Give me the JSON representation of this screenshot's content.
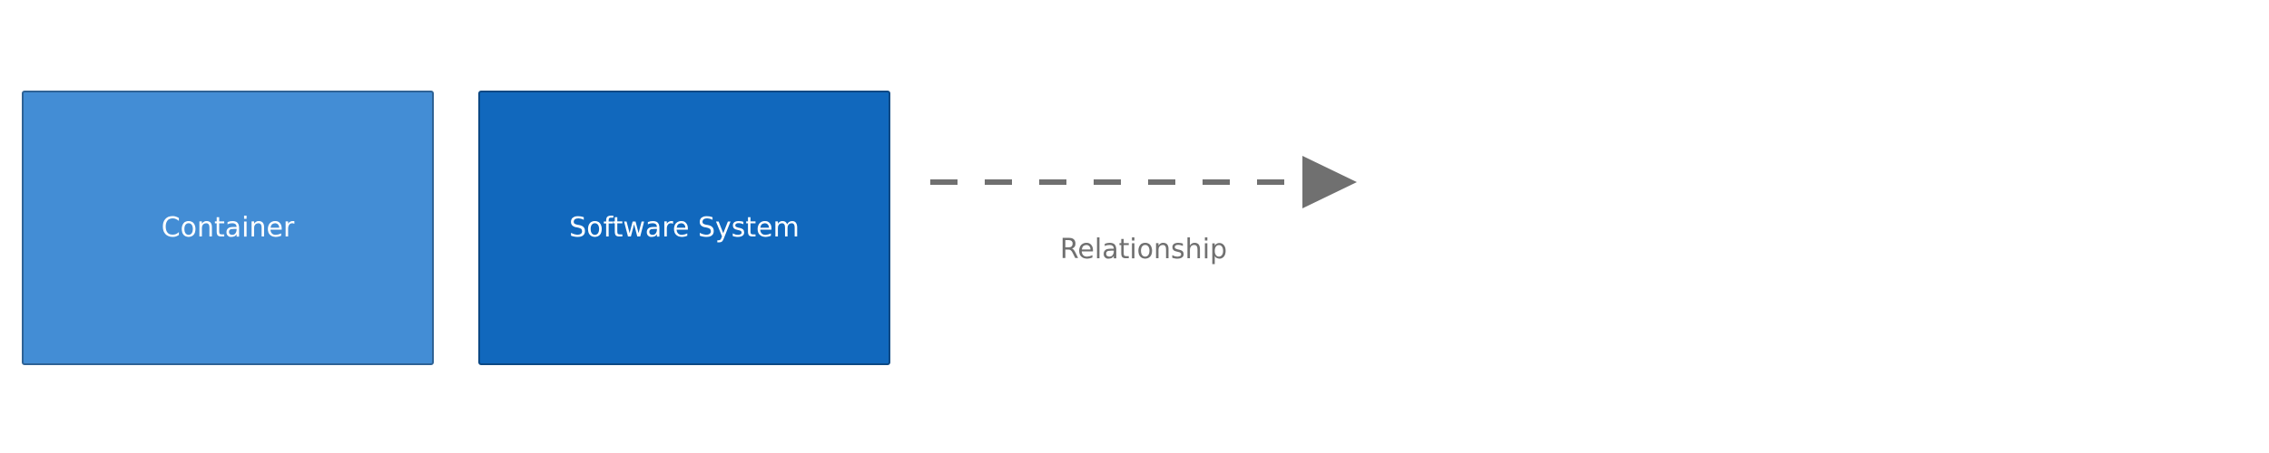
{
  "diagram": {
    "elements": [
      {
        "label": "Container",
        "kind": "container",
        "fill": "#438dd5",
        "border": "#2e6295",
        "text_color": "#ffffff"
      },
      {
        "label": "Software System",
        "kind": "software-system",
        "fill": "#1168bd",
        "border": "#0b4884",
        "text_color": "#ffffff"
      }
    ],
    "relationship": {
      "label": "Relationship",
      "style": "dashed",
      "direction": "left-to-right",
      "color": "#707070"
    }
  }
}
